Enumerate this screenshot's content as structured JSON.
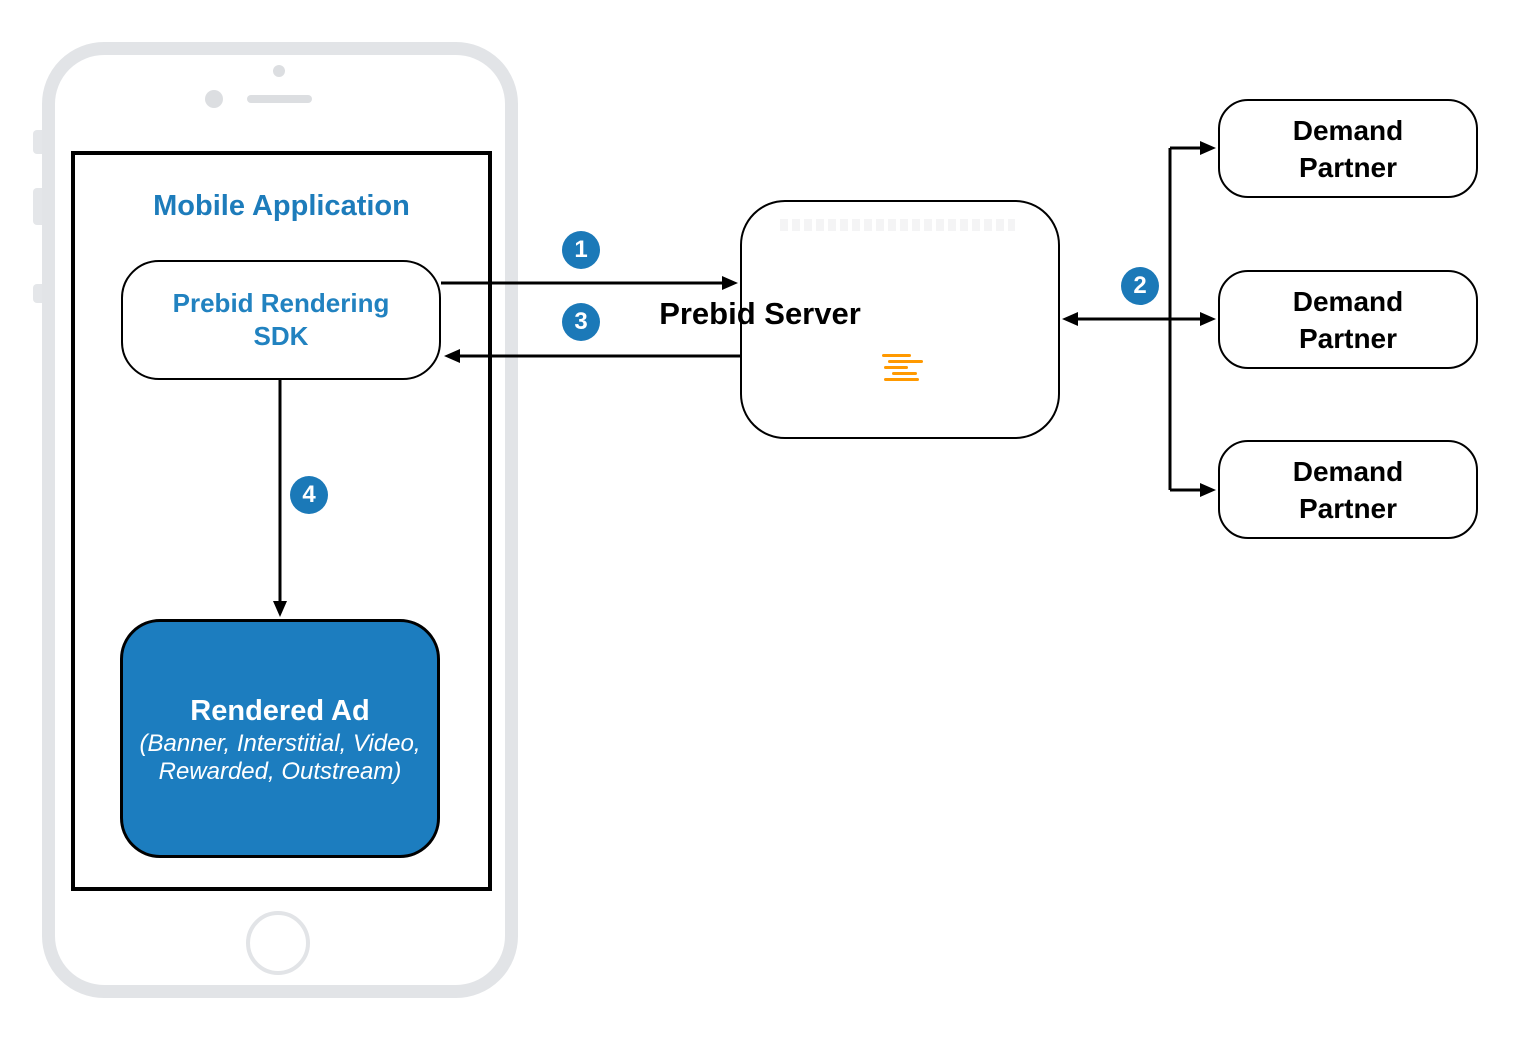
{
  "mobile_application": {
    "label": "Mobile Application"
  },
  "sdk": {
    "line1": "Prebid Rendering",
    "line2": "SDK"
  },
  "rendered_ad": {
    "title": "Rendered Ad",
    "sub1": "(Banner, Interstitial, Video,",
    "sub2": "Rewarded, Outstream)"
  },
  "server": {
    "label": "Prebid Server",
    "icon": "prebid-lines-icon"
  },
  "demand_partners": [
    {
      "line1": "Demand",
      "line2": "Partner"
    },
    {
      "line1": "Demand",
      "line2": "Partner"
    },
    {
      "line1": "Demand",
      "line2": "Partner"
    }
  ],
  "steps": [
    {
      "label": "1"
    },
    {
      "label": "2"
    },
    {
      "label": "3"
    },
    {
      "label": "4"
    }
  ],
  "colors": {
    "accent_blue": "#1d7cbb",
    "badge_blue": "#1b79b8",
    "ad_fill": "#1c7dbf",
    "prebid_orange": "#ff9900",
    "phone_gray": "#e2e4e7",
    "line_black": "#000000"
  }
}
